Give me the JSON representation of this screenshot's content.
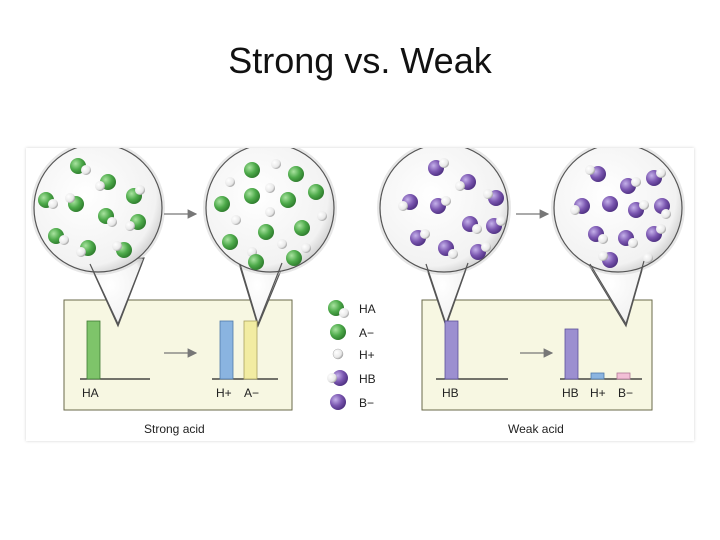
{
  "slide": {
    "title": "Strong vs. Weak"
  },
  "colors": {
    "panel_fill": "#f7f7e2",
    "panel_stroke": "#6a6a4a",
    "halo": "#c9c9c9",
    "green": "#4daa4a",
    "purple": "#7a56b0",
    "hydrogen": "#ffffff",
    "bar_green": "#7ec46a",
    "bar_blue": "#8ab4e0",
    "bar_yellow": "#f2eca2",
    "bar_purple": "#9c8fd0",
    "bar_pink": "#f2bfd6",
    "arrow": "#777777"
  },
  "legend": {
    "items": [
      {
        "label": "HA",
        "icon": "ha-molecule-icon"
      },
      {
        "label": "A−",
        "icon": "a-minus-ion-icon"
      },
      {
        "label": "H+",
        "icon": "h-plus-ion-icon"
      },
      {
        "label": "HB",
        "icon": "hb-molecule-icon"
      },
      {
        "label": "B−",
        "icon": "b-minus-ion-icon"
      }
    ]
  },
  "strong": {
    "caption": "Strong acid",
    "before_label": "HA",
    "after_labels": [
      "H+",
      "A−"
    ]
  },
  "weak": {
    "caption": "Weak acid",
    "before_label": "HB",
    "after_labels": [
      "HB",
      "H+",
      "B−"
    ]
  }
}
